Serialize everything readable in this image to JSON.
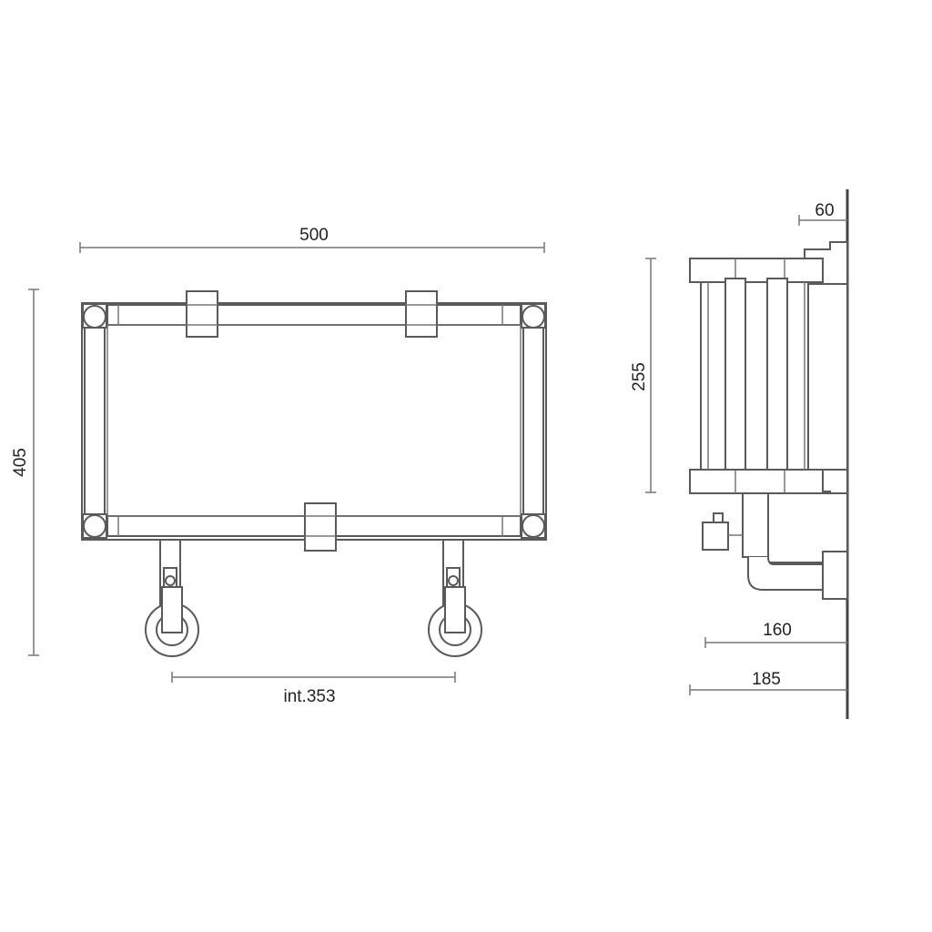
{
  "dimensions": {
    "width_total": "500",
    "height_total": "405",
    "interaxis": "int.353",
    "side_height": "255",
    "wall_offset": "60",
    "depth_pipe": "160",
    "depth_total": "185"
  }
}
